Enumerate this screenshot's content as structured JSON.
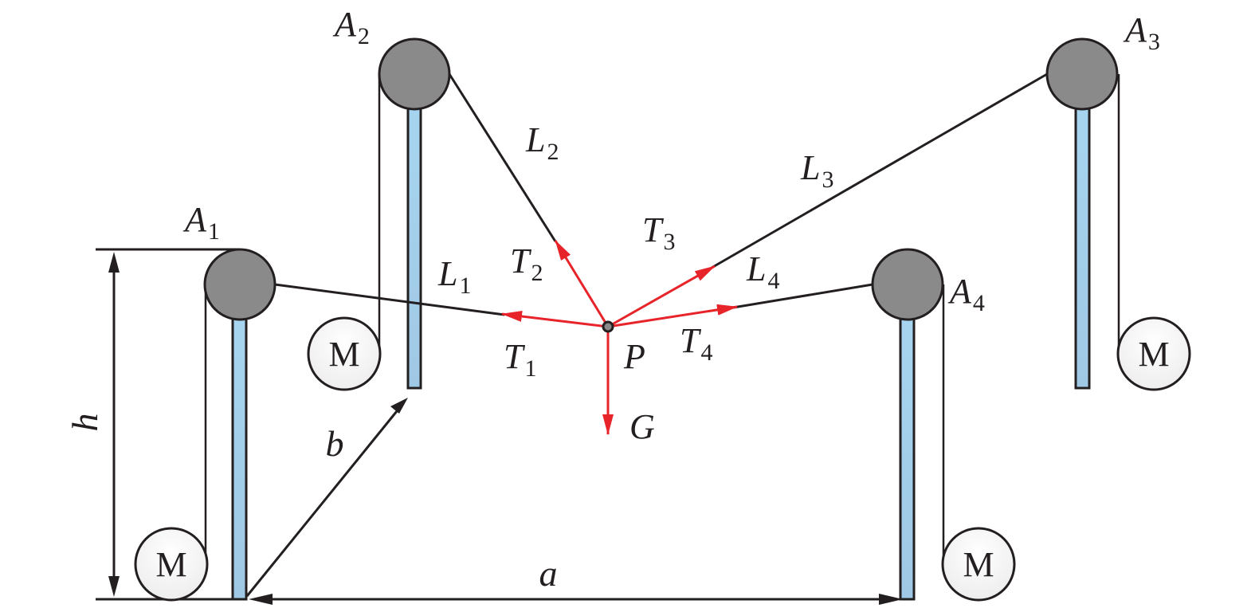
{
  "title": "Four-cable parallel suspension mechanism schematic",
  "colors": {
    "ink": "#231f20",
    "pulley_fill": "#8a8a8a",
    "pillar_fill": "#a3cdea",
    "force": "#e8242b",
    "motor_fill": "#f6f6f6",
    "background": "#ffffff"
  },
  "pillars": [
    {
      "id": "1",
      "anchor_label": "A",
      "anchor_sub": "1",
      "cable_label": "L",
      "cable_sub": "1",
      "force_label": "T",
      "force_sub": "1",
      "motor_label": "M"
    },
    {
      "id": "2",
      "anchor_label": "A",
      "anchor_sub": "2",
      "cable_label": "L",
      "cable_sub": "2",
      "force_label": "T",
      "force_sub": "2",
      "motor_label": "M"
    },
    {
      "id": "3",
      "anchor_label": "A",
      "anchor_sub": "3",
      "cable_label": "L",
      "cable_sub": "3",
      "force_label": "T",
      "force_sub": "3",
      "motor_label": "M"
    },
    {
      "id": "4",
      "anchor_label": "A",
      "anchor_sub": "4",
      "cable_label": "L",
      "cable_sub": "4",
      "force_label": "T",
      "force_sub": "4",
      "motor_label": "M"
    }
  ],
  "point": {
    "label": "P"
  },
  "gravity": {
    "label": "G"
  },
  "dimensions": {
    "height": "h",
    "width": "a",
    "depth": "b"
  }
}
